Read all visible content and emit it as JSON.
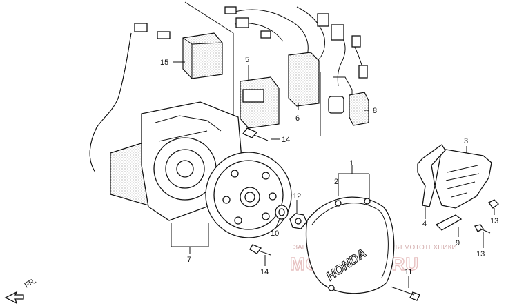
{
  "callouts": {
    "c1": "1",
    "c2": "2",
    "c3": "3",
    "c4": "4",
    "c5": "5",
    "c6": "6",
    "c7": "7",
    "c8": "8",
    "c9": "9",
    "c10": "10",
    "c11": "11",
    "c12": "12",
    "c13a": "13",
    "c13b": "13",
    "c14a": "14",
    "c14b": "14",
    "c15": "15"
  },
  "front_marker": "FR.",
  "cover_logo": "HONDA",
  "watermark": {
    "line": "ЗАПЧАСТИ И АКСЕССУАРЫ ДЛЯ МОТОТЕХНИКИ",
    "site": "MOTOFOR.RU"
  }
}
